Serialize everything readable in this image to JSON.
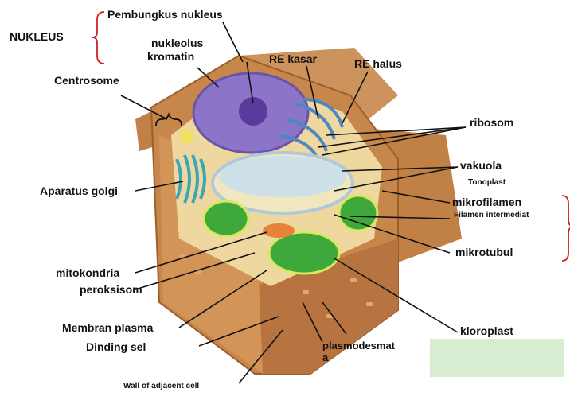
{
  "labels": {
    "nukleus": "NUKLEUS",
    "pembungkus_nukleus": "Pembungkus nukleus",
    "nukleolus": "nukleolus",
    "kromatin": "kromatin",
    "re_kasar": "RE kasar",
    "re_halus": "RE halus",
    "centrosome": "Centrosome",
    "ribosom": "ribosom",
    "vakuola": "vakuola",
    "tonoplast": "Tonoplast",
    "aparatus_golgi": "Aparatus golgi",
    "mikrofilamen": "mikrofilamen",
    "filamen_intermediat": "Filamen intermediat",
    "mikrotubul": "mikrotubul",
    "mitokondria": "mitokondria",
    "peroksisom": "peroksisom",
    "membran_plasma": "Membran plasma",
    "dinding_sel": "Dinding sel",
    "plasmodesmata": "plasmodesmat a",
    "kloroplast": "kloroplast",
    "wall_adjacent": "Wall of adjacent cell"
  },
  "colors": {
    "cell_wall": "#c8874a",
    "cell_wall_dark": "#9c5f2c",
    "cytoplasm": "#eed8a0",
    "nucleus": "#8c74c8",
    "nucleolus": "#5a3a9a",
    "er": "#4f86c6",
    "vacuole": "#c6def0",
    "chloroplast": "#3fa83a",
    "golgi": "#3aa6b8",
    "mitochondria": "#e8823a",
    "bracket": "#cc2222",
    "blank_box": "#d8ecd2"
  }
}
